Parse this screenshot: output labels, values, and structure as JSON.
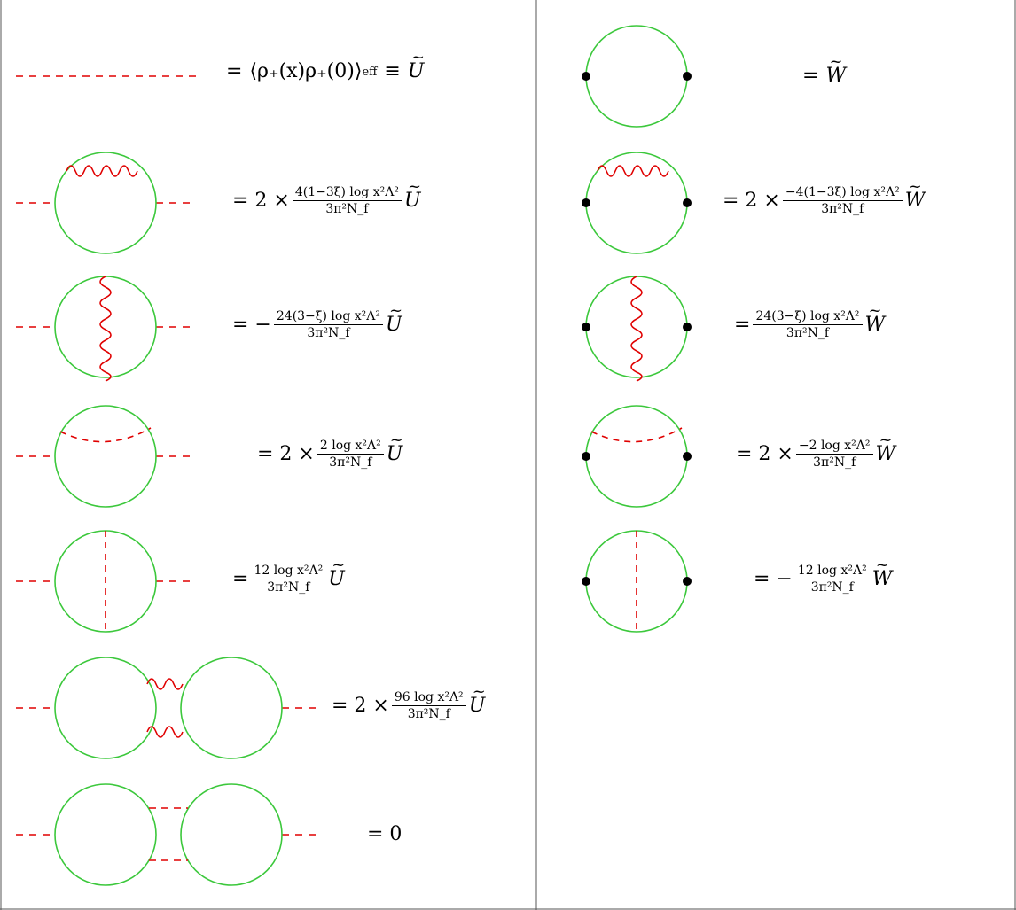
{
  "left_column": {
    "rows": [
      {
        "id": "propagator",
        "lhs": "=",
        "text": "⟨ρ₊(x)ρ₊(0)⟩",
        "subscript": "eff",
        "tail": "≡",
        "symbol": "U"
      },
      {
        "id": "self-energy",
        "lhs": "= 2 ×",
        "numerator": "4(1−3ξ) log x²Λ²",
        "denominator": "3π²N_f",
        "symbol": "U"
      },
      {
        "id": "vertex-photon",
        "lhs": "= −",
        "numerator": "24(3−ξ) log x²Λ²",
        "denominator": "3π²N_f",
        "symbol": "U"
      },
      {
        "id": "self-energy-dashed",
        "lhs": "= 2 ×",
        "numerator": "2 log x²Λ²",
        "denominator": "3π²N_f",
        "symbol": "U"
      },
      {
        "id": "vertex-dashed",
        "lhs": "=",
        "numerator": "12 log x²Λ²",
        "denominator": "3π²N_f",
        "symbol": "U"
      },
      {
        "id": "aslamazov-photon",
        "lhs": "= 2 ×",
        "numerator": "96 log x²Λ²",
        "denominator": "3π²N_f",
        "symbol": "U"
      },
      {
        "id": "aslamazov-dashed",
        "lhs": "= 0"
      }
    ]
  },
  "right_column": {
    "rows": [
      {
        "id": "bubble",
        "lhs": "=",
        "symbol": "W"
      },
      {
        "id": "self-energy",
        "lhs": "= 2 ×",
        "numerator": "−4(1−3ξ) log x²Λ²",
        "denominator": "3π²N_f",
        "symbol": "W"
      },
      {
        "id": "vertex-photon",
        "lhs": "=",
        "numerator": "24(3−ξ) log x²Λ²",
        "denominator": "3π²N_f",
        "symbol": "W"
      },
      {
        "id": "self-energy-dashed",
        "lhs": "= 2 ×",
        "numerator": "−2 log x²Λ²",
        "denominator": "3π²N_f",
        "symbol": "W"
      },
      {
        "id": "vertex-dashed",
        "lhs": "= −",
        "numerator": "12 log x²Λ²",
        "denominator": "3π²N_f",
        "symbol": "W"
      }
    ]
  },
  "colors": {
    "fermion_loop": "#3cc83c",
    "photon": "#e00000",
    "dashed": "#e00000",
    "vertex_dot": "#000000",
    "border": "#555555"
  }
}
